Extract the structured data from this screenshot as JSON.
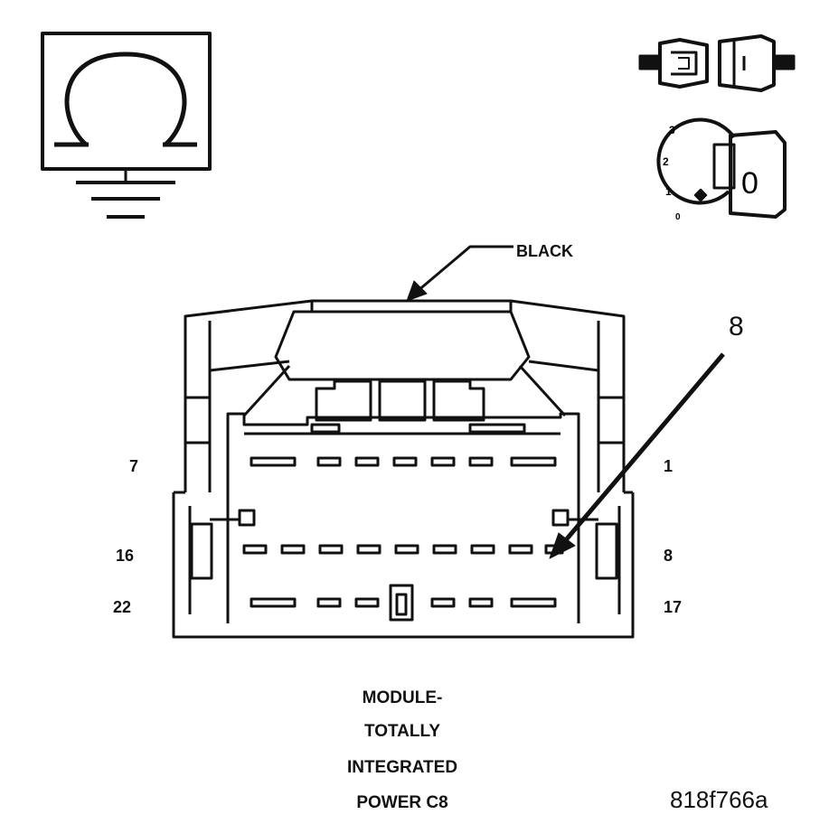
{
  "figure_id": "818f766a",
  "connector_color_label": "BLACK",
  "callout_pin": "8",
  "pin_labels": {
    "top_left": "7",
    "top_right": "1",
    "mid_left": "16",
    "mid_right": "8",
    "bottom_left": "22",
    "bottom_right": "17"
  },
  "ignition_positions": [
    "3",
    "2",
    "1",
    "0"
  ],
  "key_glyph": "0",
  "caption_lines": [
    "MODULE-",
    "TOTALLY",
    "INTEGRATED",
    "POWER C8"
  ],
  "icons": [
    "ohm-meter-ground-icon",
    "disconnected-connector-icon",
    "ignition-key-off-icon"
  ],
  "colors": {
    "line": "#111111",
    "background": "#ffffff"
  }
}
